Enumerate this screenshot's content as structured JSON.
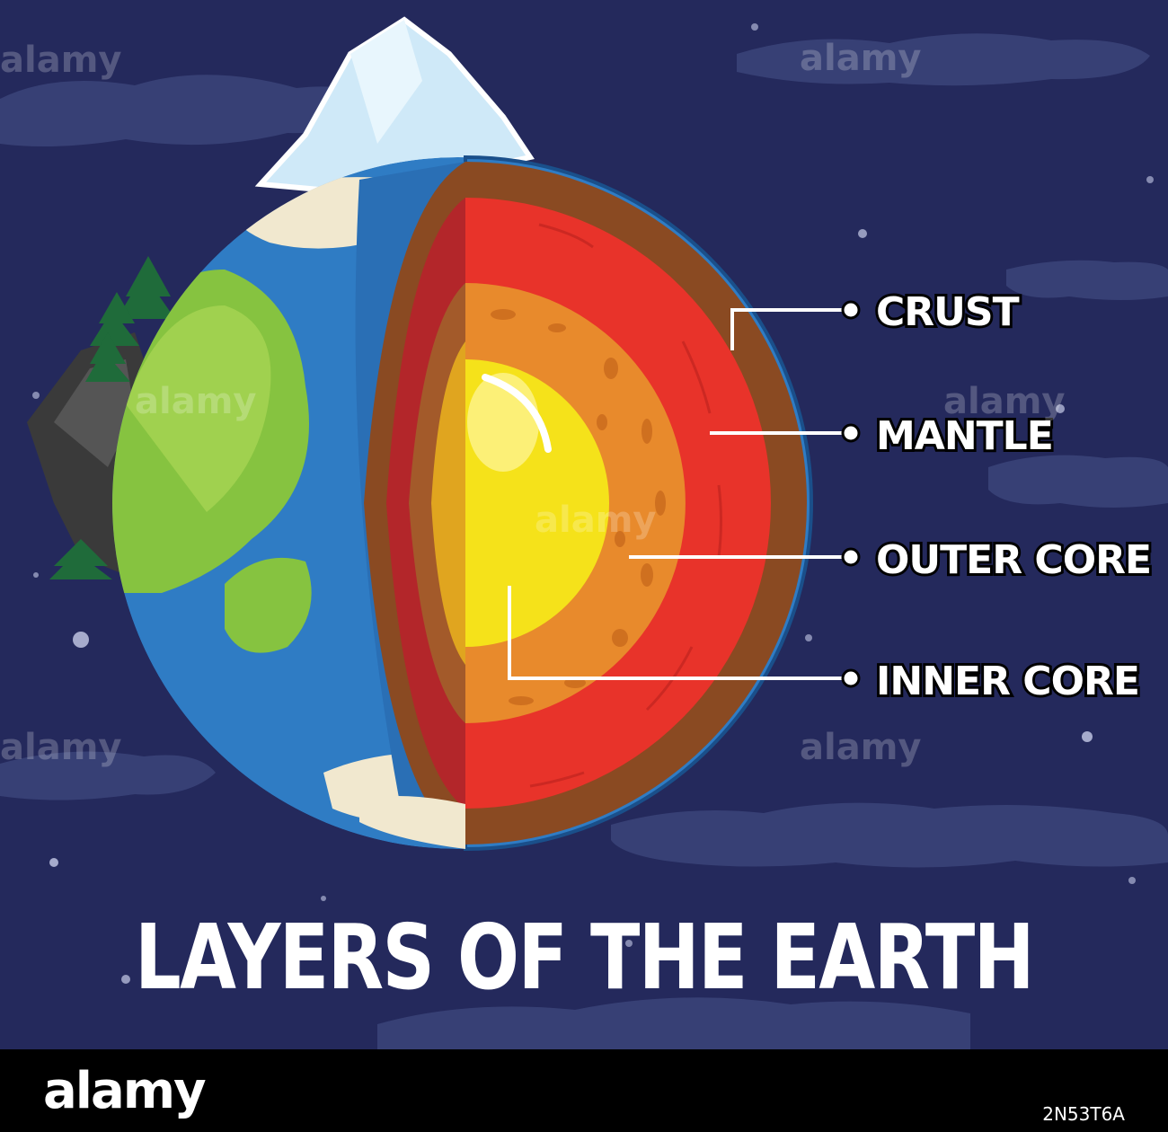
{
  "title": "LAYERS OF THE EARTH",
  "labels": {
    "crust": "CRUST",
    "mantle": "MANTLE",
    "outer_core": "OUTER CORE",
    "inner_core": "INNER CORE"
  },
  "watermark": "alamy",
  "footer": {
    "brand": "alamy",
    "image_id": "2N53T6A"
  },
  "colors": {
    "background": "#24295c",
    "ocean": "#2f7cc4",
    "land": "#86c340",
    "ice": "#cfe9f8",
    "crust": "#8a4a22",
    "mantle": "#e8332a",
    "outer_core": "#e88a2c",
    "inner_core": "#f5e21a"
  }
}
